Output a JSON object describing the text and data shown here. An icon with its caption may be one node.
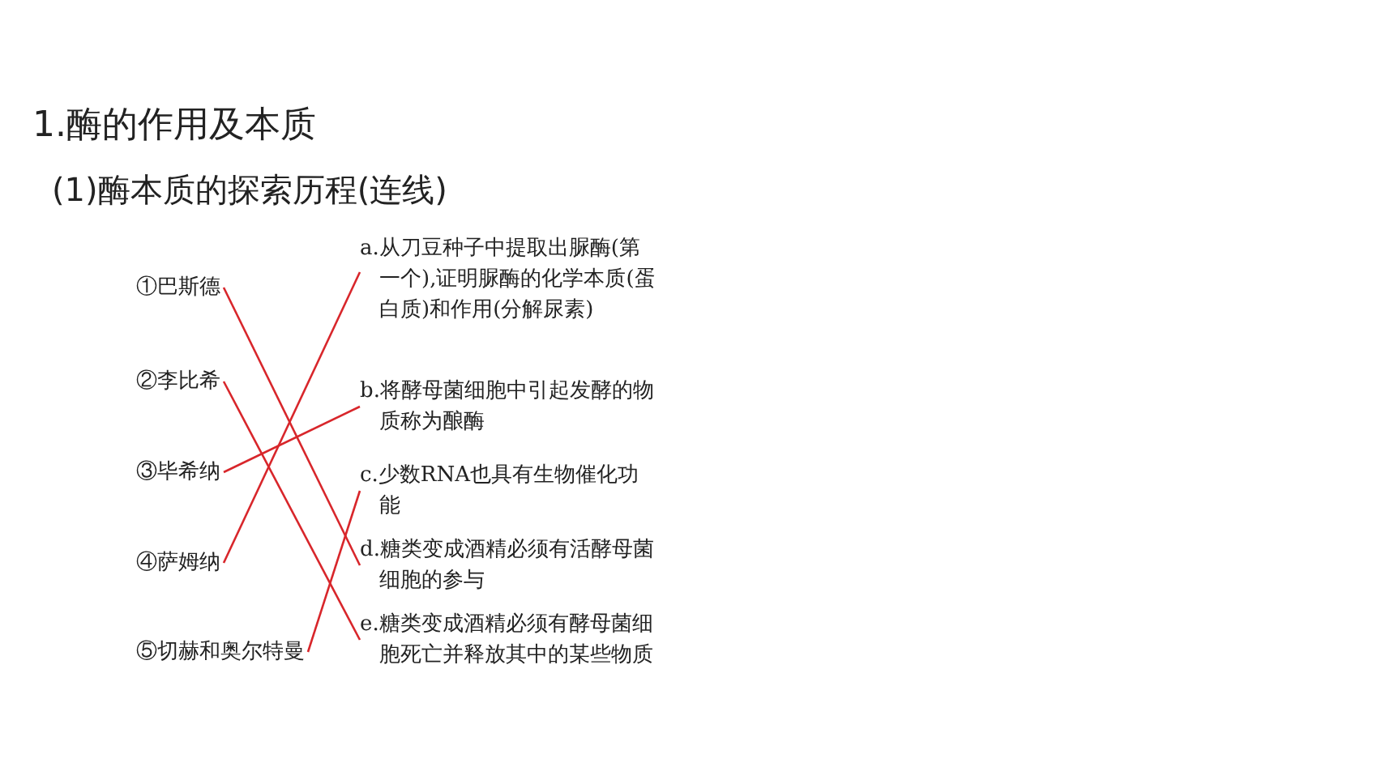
{
  "diagram": {
    "title": "1.酶的作用及本质",
    "nodes": [
      {
        "text": [
          "①巴斯德"
        ]
      },
      {
        "text": [
          "②李比希"
        ]
      },
      {
        "text": [
          "③毕希纳"
        ]
      },
      {
        "text": [
          "④萨姆纳"
        ]
      },
      {
        "text": [
          "⑤切赫和奥尔特曼"
        ]
      },
      {
        "text": [
          "a.从刀豆种子中提取出脲酶(第一个),证明脲酶的化学本质(蛋白质)和作用(分解尿素)"
        ]
      },
      {
        "text": [
          "b.将酵母菌细胞中引起发酵的物质称为酿酶"
        ]
      },
      {
        "text": [
          "c.少数RNA也具有生物催化功能"
        ]
      },
      {
        "text": [
          "d.糖类变成酒精必须有活酵母菌细胞的参与"
        ]
      },
      {
        "text": [
          "e.糖类变成酒精必须有酵母菌细胞死亡并释放其中的某些物质"
        ]
      }
    ],
    "edges": [
      {
        "from": 0,
        "to": 8,
        "arrow": "none"
      },
      {
        "from": 1,
        "to": 9,
        "arrow": "none"
      },
      {
        "from": 2,
        "to": 6,
        "arrow": "none"
      },
      {
        "from": 3,
        "to": 5,
        "arrow": "none"
      },
      {
        "from": 4,
        "to": 7,
        "arrow": "none"
      }
    ],
    "labels": [
      "(1)酶本质的探索历程(连线)"
    ]
  }
}
